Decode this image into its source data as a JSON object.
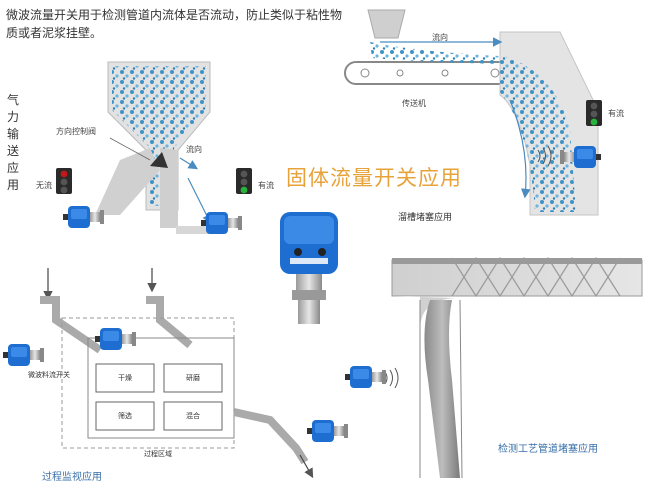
{
  "intro": "微波流量开关用于检测管道内流体是否流动，防止类似于粘性物质或者泥浆挂壁。",
  "vertical_title": "气力输送应用",
  "main_title": "固体流量开关应用",
  "labels": {
    "direction_valve": "方向控制阀",
    "flow_left": "流向",
    "no_flow": "无流",
    "has_flow_left": "有流",
    "flow_top": "流向",
    "conveyor": "传送机",
    "has_flow_right": "有流",
    "chute_block": "溜槽堵塞应用",
    "microwave_switch": "微波料流开关",
    "process_area": "过程区域",
    "process_monitor": "过程监视应用",
    "pipe_block": "检测工艺管道堵塞应用"
  },
  "process_boxes": [
    "干燥",
    "研磨",
    "筛选",
    "混合"
  ],
  "colors": {
    "sensor_blue": "#1e6ed1",
    "particle_blue": "#3d93c7",
    "title_orange": "#e8a23a",
    "light_red": "#e02020",
    "light_green": "#28b43c",
    "machine_gray": "#d7d7d7"
  }
}
